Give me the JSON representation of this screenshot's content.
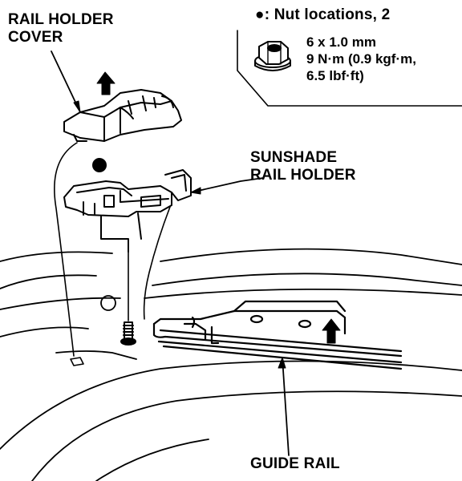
{
  "labels": {
    "rail_holder_cover": [
      "RAIL HOLDER",
      "COVER"
    ],
    "sunshade_rail_holder": [
      "SUNSHADE",
      "RAIL HOLDER"
    ],
    "guide_rail": "GUIDE RAIL"
  },
  "legend": {
    "marker": "●",
    "text": ": Nut locations, 2",
    "spec_lines": [
      "6 x 1.0 mm",
      "9 N·m (0.9 kgf·m,",
      "6.5 lbf·ft)"
    ]
  }
}
